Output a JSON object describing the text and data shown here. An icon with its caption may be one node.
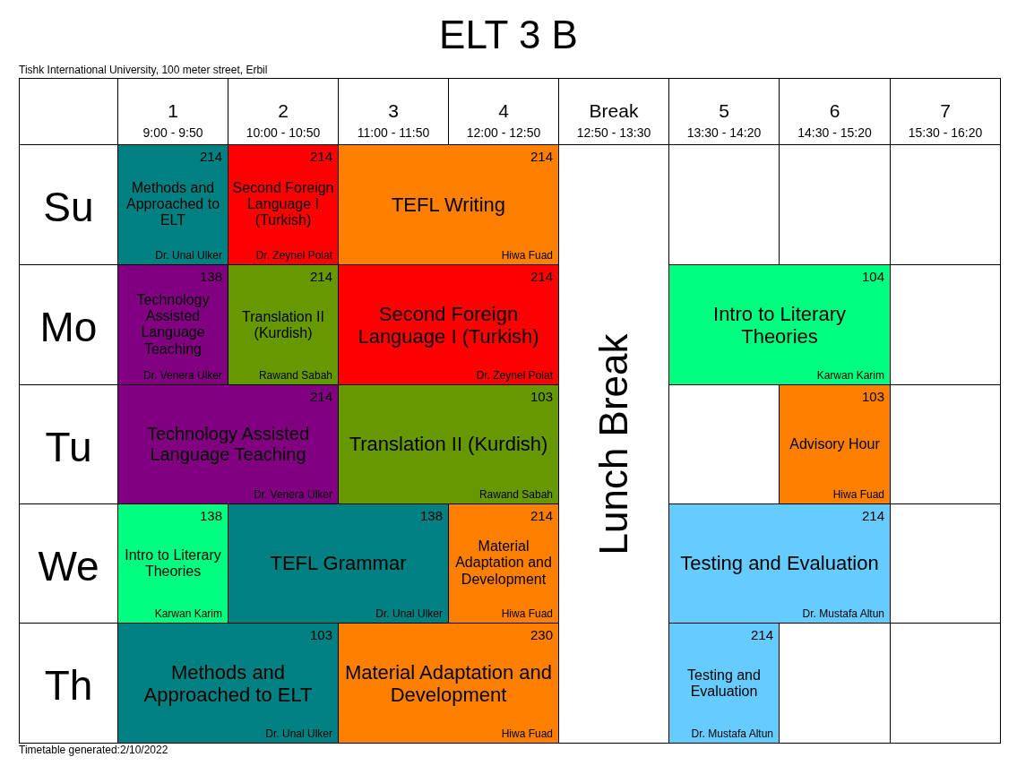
{
  "diagram": {
    "title": "ELT 3 B",
    "nodes": [
      {
        "text": [
          "214",
          "Methods and Approached to ELT",
          "Dr. Unal Ulker"
        ]
      },
      {
        "text": [
          "214",
          "Second Foreign Language I (Turkish)",
          "Dr. Zeynel Polat"
        ]
      },
      {
        "text": [
          "214",
          "TEFL Writing",
          "Hiwa Fuad"
        ]
      },
      {
        "text": [
          "Lunch Break"
        ]
      },
      {
        "text": [
          "138",
          "Technology Assisted Language Teaching",
          "Dr. Venera Ulker"
        ]
      },
      {
        "text": [
          "214",
          "Translation II (Kurdish)",
          "Rawand Sabah"
        ]
      },
      {
        "text": [
          "214",
          "Second Foreign Language I (Turkish)",
          "Dr. Zeynel Polat"
        ]
      },
      {
        "text": [
          "104",
          "Intro to Literary Theories",
          "Karwan Karim"
        ]
      },
      {
        "text": [
          "214",
          "Technology Assisted Language Teaching",
          "Dr. Venera Ulker"
        ]
      },
      {
        "text": [
          "103",
          "Translation II (Kurdish)",
          "Rawand Sabah"
        ]
      },
      {
        "text": [
          "103",
          "Advisory Hour",
          "Hiwa Fuad"
        ]
      },
      {
        "text": [
          "138",
          "Intro to Literary Theories",
          "Karwan Karim"
        ]
      },
      {
        "text": [
          "138",
          "TEFL Grammar",
          "Dr. Unal Ulker"
        ]
      },
      {
        "text": [
          "214",
          "Material Adaptation and Development",
          "Hiwa Fuad"
        ]
      },
      {
        "text": [
          "214",
          "Testing and Evaluation",
          "Dr. Mustafa Altun"
        ]
      },
      {
        "text": [
          "103",
          "Methods and Approached to ELT",
          "Dr. Unal Ulker"
        ]
      },
      {
        "text": [
          "230",
          "Material Adaptation and Development",
          "Hiwa Fuad"
        ]
      },
      {
        "text": [
          "214",
          "Testing and Evaluation",
          "Dr. Mustafa Altun"
        ]
      }
    ],
    "labels": [
      "Tishk International University, 100 meter street, Erbil",
      "1",
      "9:00 - 9:50",
      "2",
      "10:00 - 10:50",
      "3",
      "11:00 - 11:50",
      "4",
      "12:00 - 12:50",
      "Break",
      "12:50 - 13:30",
      "5",
      "13:30 - 14:20",
      "6",
      "14:30 - 15:20",
      "7",
      "15:30 - 16:20",
      "Su",
      "Mo",
      "Tu",
      "We",
      "Th",
      "Timetable generated:2/10/2022"
    ]
  }
}
